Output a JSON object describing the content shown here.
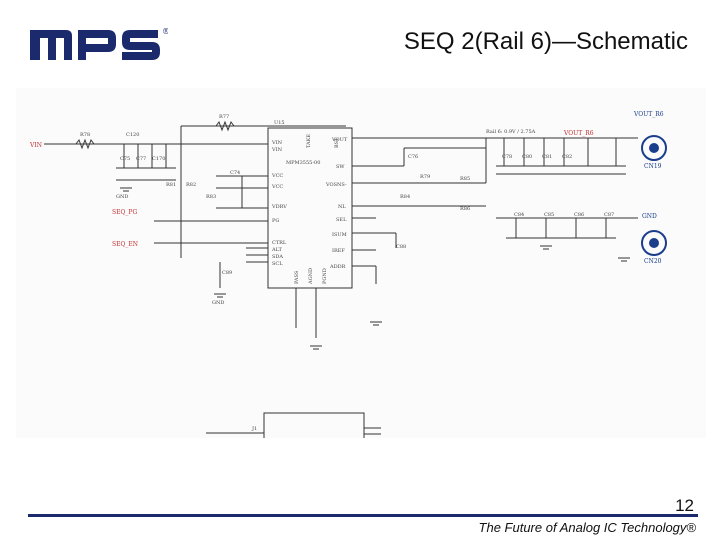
{
  "header": {
    "logo_text": "mps",
    "logo_registered": "®",
    "title": "SEQ 2(Rail 6)—Schematic"
  },
  "schematic": {
    "ic_part": "MPM3555-00",
    "ic_pins_left": [
      "VIN",
      "VIN",
      "VCC",
      "VCC",
      "VDRV",
      "PG",
      "CTRL",
      "ALT",
      "SDA",
      "SCL"
    ],
    "ic_pins_right": [
      "VOUT",
      "SW",
      "VOSNS-",
      "NL",
      "SEL",
      "ISUM",
      "IREF",
      "ADDR"
    ],
    "ic_pins_bottom": [
      "PASS",
      "AGND",
      "PGND"
    ],
    "ic_pins_top": [
      "TAKE",
      "BST"
    ],
    "nets": {
      "vin": "VIN",
      "vout_r6": "VOUT_R6",
      "vout_r6_conn": "VOUT_R6",
      "seq_pg": "SEQ_PG",
      "seq_en": "SEQ_EN",
      "gnd": "GND",
      "gnd2": "GND",
      "gnd_conn": "GND",
      "rail_label": "Rail 6: 0.9V / 2.75A"
    },
    "connectors": [
      "CN19",
      "CN20"
    ],
    "refs": {
      "r78": "R78",
      "c120": "C120",
      "c75": "C75",
      "c77": "C77",
      "c170": "C170",
      "r77": "R77",
      "r81": "R81",
      "r82": "R82",
      "r83": "R83",
      "c74": "C74",
      "c76": "C76",
      "r79": "R79",
      "r84": "R84",
      "r85": "R85",
      "r86": "R86",
      "c78": "C78",
      "c80": "C80",
      "c81": "C81",
      "c82": "C82",
      "c84": "C84",
      "c85": "C85",
      "c86": "C86",
      "c87": "C87",
      "c88": "C88",
      "c89": "C89",
      "u15": "U15",
      "j1": "J1"
    }
  },
  "footer": {
    "page_number": "12",
    "tagline": "The Future of Analog IC Technology®"
  }
}
